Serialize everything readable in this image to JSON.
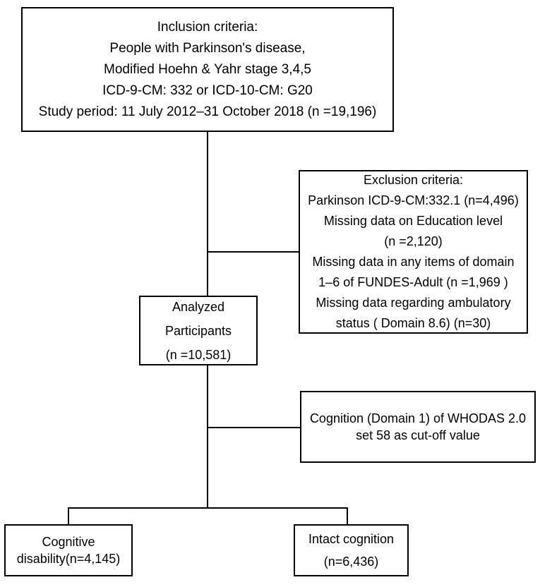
{
  "inclusion": {
    "lines": [
      "Inclusion criteria:",
      "People with Parkinson's disease,",
      "Modified Hoehn & Yahr stage 3,4,5",
      "ICD-9-CM: 332 or ICD-10-CM: G20",
      "Study period: 11 July 2012–31 October 2018 (n =19,196)"
    ]
  },
  "exclusion": {
    "lines": [
      "Exclusion criteria:",
      "Parkinson ICD-9-CM:332.1 (n=4,496)",
      "Missing data on Education level",
      "(n =2,120)",
      "Missing data in any items of domain",
      "1–6 of FUNDES-Adult (n =1,969 )",
      "Missing data regarding ambulatory",
      "status ( Domain 8.6)  (n=30)"
    ]
  },
  "analyzed": {
    "lines": [
      "Analyzed",
      "Participants",
      "(n =10,581)"
    ]
  },
  "cognition": {
    "lines": [
      "Cognition (Domain 1) of WHODAS 2.0",
      "set 58 as cut-off value"
    ]
  },
  "cognitive_disability": {
    "lines": [
      "Cognitive",
      "disability(n=4,145)"
    ]
  },
  "intact": {
    "lines": [
      "Intact cognition",
      "(n=6,436)"
    ]
  }
}
